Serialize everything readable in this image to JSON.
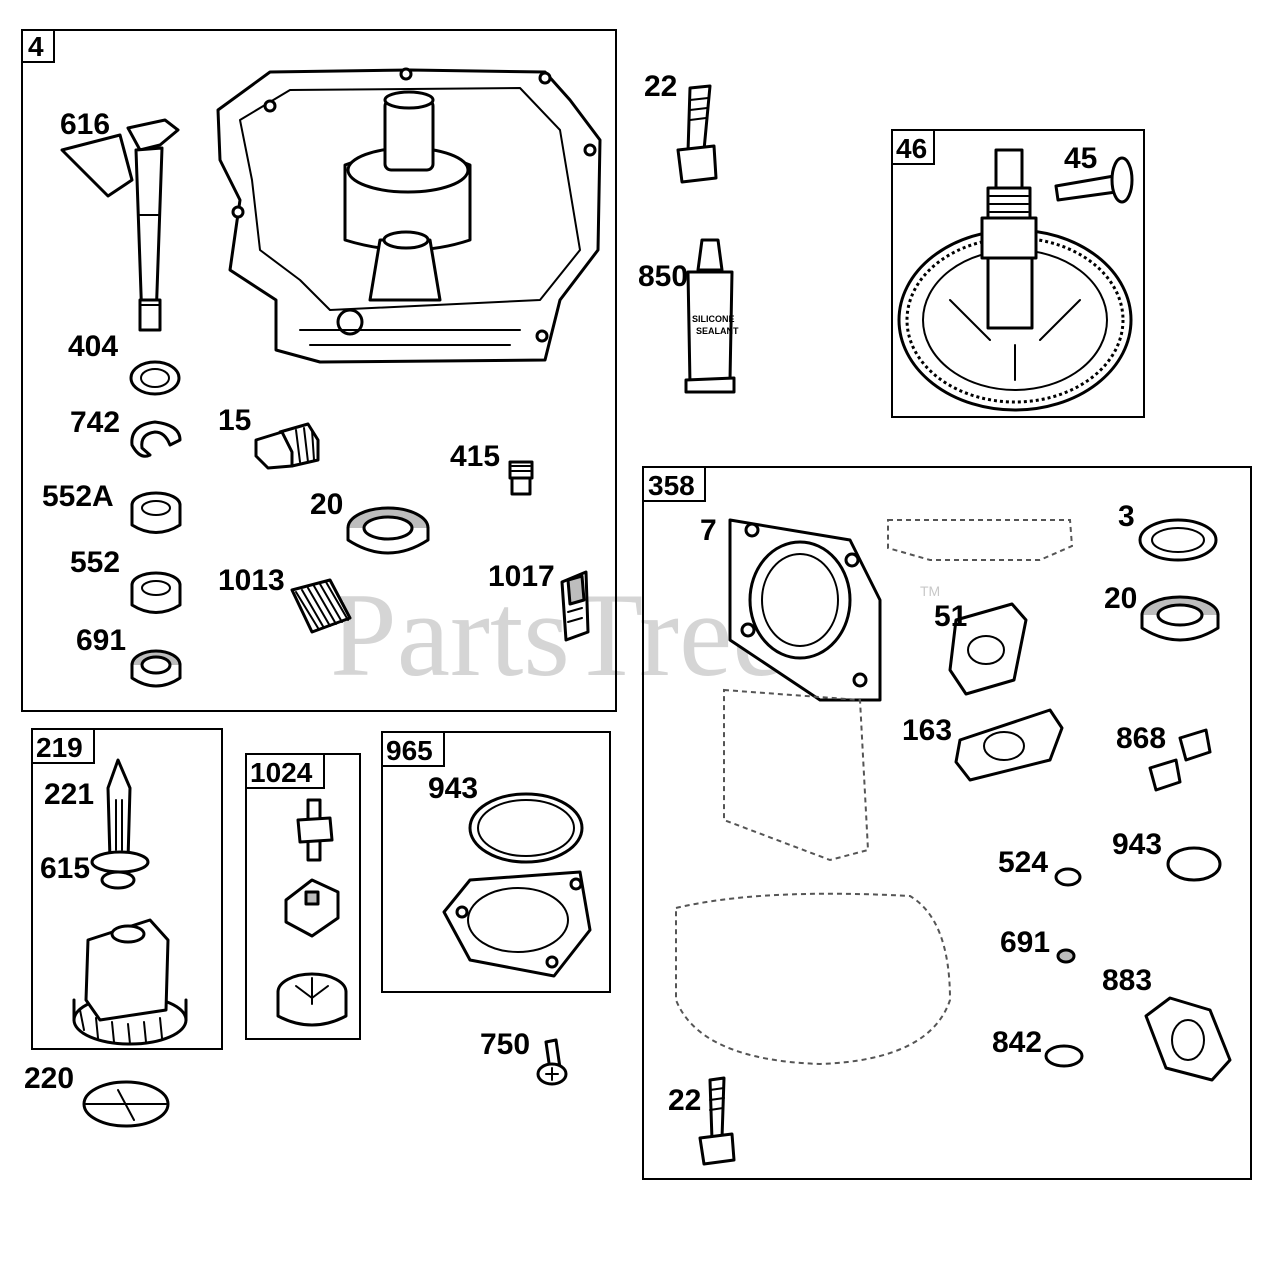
{
  "watermark": {
    "text": "PartsTree",
    "tm": "TM"
  },
  "groups": {
    "g4": "4",
    "g46": "46",
    "g358": "358",
    "g219": "219",
    "g1024": "1024",
    "g965": "965"
  },
  "callouts": {
    "c616": "616",
    "c404": "404",
    "c742": "742",
    "c552a": "552A",
    "c552": "552",
    "c691a": "691",
    "c15": "15",
    "c415": "415",
    "c20a": "20",
    "c1013": "1013",
    "c1017": "1017",
    "c22a": "22",
    "c850": "850",
    "c45": "45",
    "c7": "7",
    "c3": "3",
    "c20b": "20",
    "c51": "51",
    "c163": "163",
    "c868": "868",
    "c524": "524",
    "c943b": "943",
    "c691b": "691",
    "c883": "883",
    "c842": "842",
    "c22b": "22",
    "c221": "221",
    "c615": "615",
    "c220": "220",
    "c943a": "943",
    "c750": "750"
  },
  "tube_label": {
    "line1": "SILICONE",
    "line2": "SEALANT"
  }
}
